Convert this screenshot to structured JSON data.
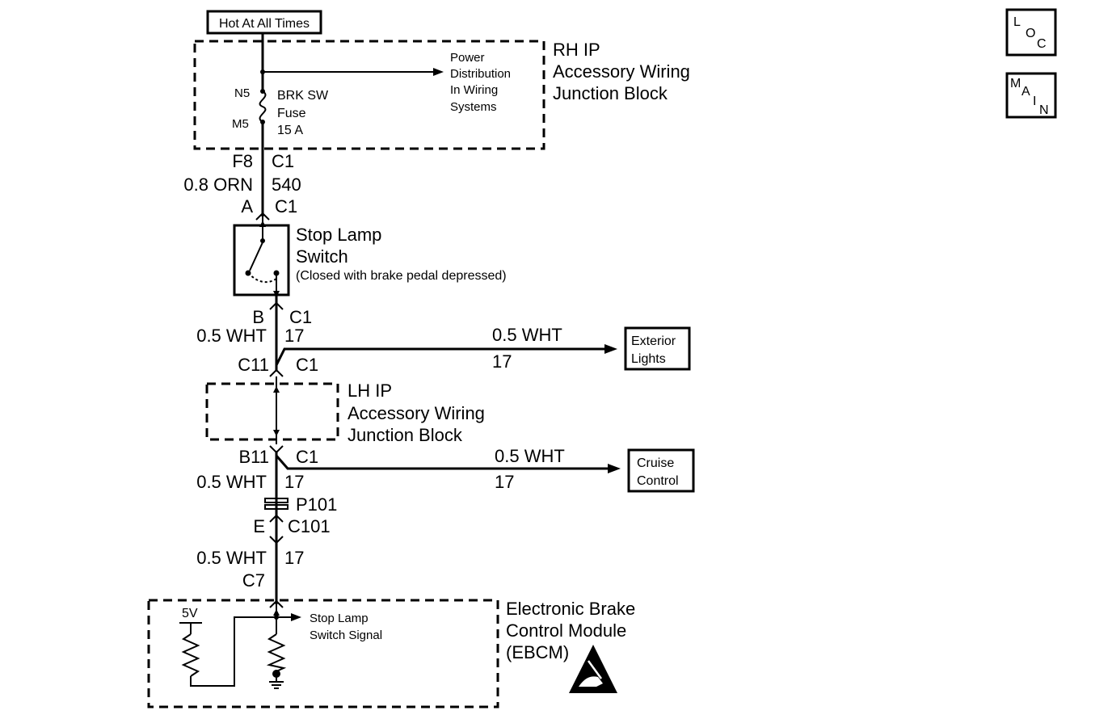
{
  "power": {
    "label": "Hot At All Times"
  },
  "nav": {
    "loc": "LOC",
    "main": "MAIN"
  },
  "rh_block": {
    "title_1": "RH IP",
    "title_2": "Accessory Wiring",
    "title_3": "Junction Block",
    "pd_1": "Power",
    "pd_2": "Distribution",
    "pd_3": "In Wiring",
    "pd_4": "Systems",
    "n5": "N5",
    "m5": "M5",
    "fuse_1": "BRK SW",
    "fuse_2": "Fuse",
    "fuse_3": "15 A"
  },
  "seg1": {
    "pin": "F8",
    "conn": "C1",
    "wire": "0.8 ORN",
    "circuit": "540"
  },
  "switch": {
    "pin": "A",
    "conn": "C1",
    "title_1": "Stop Lamp",
    "title_2": "Switch",
    "note": "(Closed with brake pedal depressed)",
    "out_pin": "B",
    "out_conn": "C1"
  },
  "seg2": {
    "wire": "0.5 WHT",
    "circuit": "17",
    "branch_wire": "0.5 WHT",
    "branch_circuit": "17",
    "dest_1": "Exterior",
    "dest_2": "Lights",
    "pin": "C11",
    "conn": "C1"
  },
  "lh_block": {
    "title_1": "LH IP",
    "title_2": "Accessory Wiring",
    "title_3": "Junction Block"
  },
  "seg3": {
    "pin": "B11",
    "conn": "C1",
    "branch_wire": "0.5 WHT",
    "branch_circuit": "17",
    "dest_1": "Cruise",
    "dest_2": "Control",
    "wire": "0.5 WHT",
    "circuit": "17",
    "splice": "P101",
    "c101_pin": "E",
    "c101_conn": "C101"
  },
  "seg4": {
    "wire": "0.5 WHT",
    "circuit": "17",
    "pin": "C7"
  },
  "ebcm": {
    "voltage": "5V",
    "signal_1": "Stop Lamp",
    "signal_2": "Switch Signal",
    "title_1": "Electronic Brake",
    "title_2": "Control Module",
    "title_3": "(EBCM)"
  }
}
